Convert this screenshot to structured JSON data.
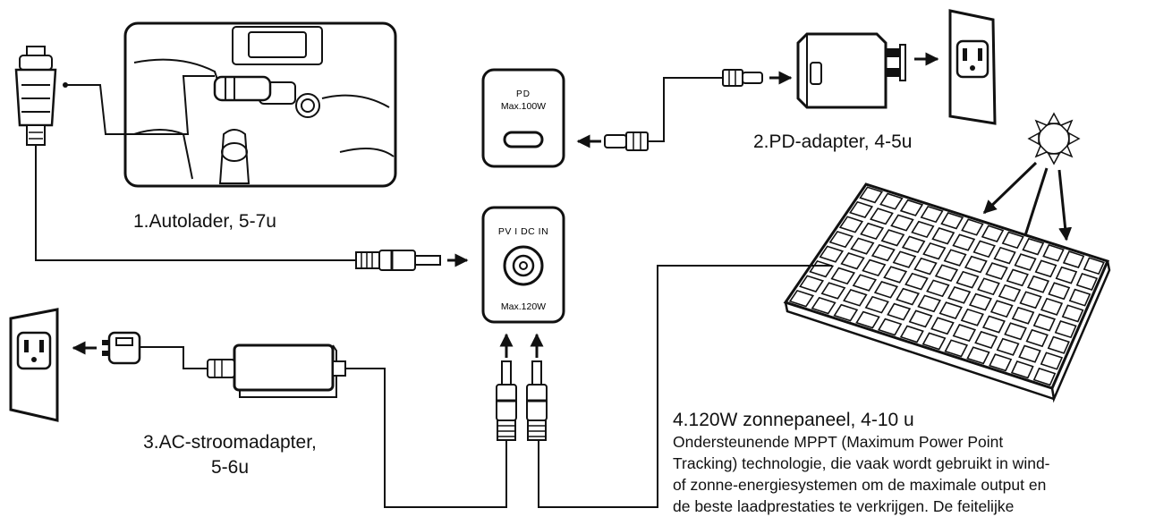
{
  "ports": {
    "pd": {
      "line1": "PD",
      "line2": "Max.100W"
    },
    "dcin": {
      "line1": "PV I DC IN",
      "line2": "Max.120W"
    }
  },
  "labels": {
    "car": "1.Autolader, 5-7u",
    "pd_adapter": "2.PD-adapter, 4-5u",
    "ac_adapter_1": "3.AC-stroomadapter,",
    "ac_adapter_2": "5-6u",
    "solar_title": "4.120W zonnepaneel, 4-10 u",
    "solar_desc": [
      "Ondersteunende MPPT (Maximum Power Point",
      "Tracking) technologie, die vaak wordt gebruikt in wind-",
      "of zonne-energiesystemen om de maximale output en",
      "de beste laadprestaties te verkrijgen. De feitelijke"
    ]
  },
  "colors": {
    "line": "#111111",
    "background": "#ffffff"
  }
}
